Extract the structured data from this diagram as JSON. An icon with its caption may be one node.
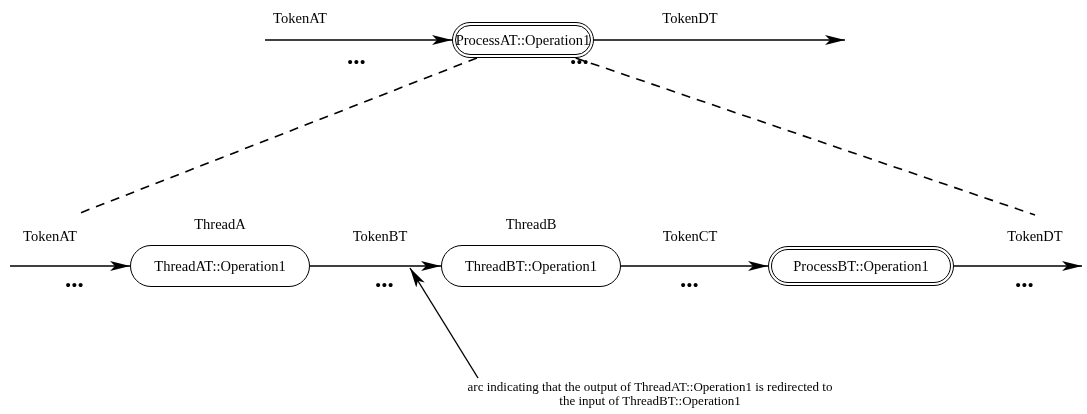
{
  "diagram": {
    "nodes": [
      {
        "text": [
          "ProcessAT::Operation1"
        ]
      },
      {
        "text": [
          "ThreadAT::Operation1"
        ],
        "beside": [
          "ThreadA"
        ]
      },
      {
        "text": [
          "ThreadBT::Operation1"
        ],
        "beside": [
          "ThreadB"
        ]
      },
      {
        "text": [
          "ProcessBT::Operation1"
        ]
      },
      {
        "text": [
          "arc indicating that the output of ThreadAT::Operation1 is redirected to the input of ThreadBT::Operation1"
        ]
      }
    ],
    "edges": [
      {
        "from": null,
        "to": 0,
        "arrow": "to",
        "label": "TokenAT"
      },
      {
        "from": 0,
        "to": null,
        "arrow": "to",
        "label": "TokenDT"
      },
      {
        "from": 0,
        "to": null,
        "arrow": "none",
        "style": "dashed"
      },
      {
        "from": 0,
        "to": null,
        "arrow": "none",
        "style": "dashed"
      },
      {
        "from": null,
        "to": 1,
        "arrow": "to",
        "label": "TokenAT"
      },
      {
        "from": 1,
        "to": 2,
        "arrow": "to",
        "label": "TokenBT"
      },
      {
        "from": 2,
        "to": 3,
        "arrow": "to",
        "label": "TokenCT"
      },
      {
        "from": 3,
        "to": null,
        "arrow": "to",
        "label": "TokenDT"
      },
      {
        "from": 4,
        "to": null,
        "arrow": "to"
      }
    ],
    "labels": [
      "•••",
      "•••",
      "•••",
      "•••",
      "•••",
      "•••"
    ]
  }
}
